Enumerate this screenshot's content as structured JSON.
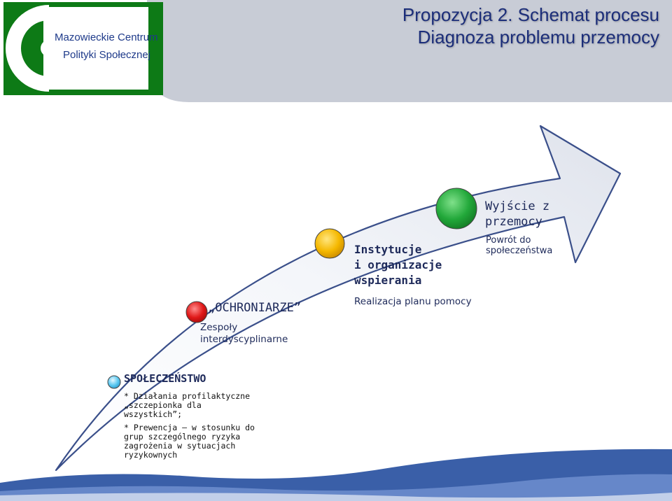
{
  "header": {
    "title_line1": "Propozycja 2. Schemat procesu",
    "title_line2": "Diagnoza problemu przemocy"
  },
  "logo": {
    "line1": "Mazowieckie Centrum",
    "line2": "Polityki Społecznej"
  },
  "stages": {
    "spoleczenstwo": {
      "title": "SPOŁECZEŃSTWO",
      "item1_l1": "* Działania profilaktyczne",
      "item1_l2": "„szczepionka dla",
      "item1_l3": "wszystkich”;",
      "item2_l1": "* Prewencja – w stosunku do",
      "item2_l2": "grup szczególnego ryzyka",
      "item2_l3": "zagrożenia w sytuacjach",
      "item2_l4": "ryzykownych",
      "color": "#5bc8f0"
    },
    "ochroniarze": {
      "title": "„OCHRONIARZE”",
      "sub_l1": "Zespoły",
      "sub_l2": "interdyscyplinarne",
      "color": "#e01818"
    },
    "instytucje": {
      "title_l1": "Instytucje",
      "title_l2": "i organizacje",
      "title_l3": "wspierania",
      "sub": "Realizacja planu pomocy",
      "color": "#f5b800"
    },
    "wyjscie": {
      "title_l1": "Wyjście z",
      "title_l2": "przemocy",
      "sub_l1": "Powrót do",
      "sub_l2": "społeczeństwa",
      "color": "#22a83a"
    }
  },
  "colors": {
    "brand_green": "#0d7a16",
    "header_gray": "#c8ccd6",
    "title_blue": "#1c2e7a",
    "wave_blue": "#3a5fa8"
  }
}
